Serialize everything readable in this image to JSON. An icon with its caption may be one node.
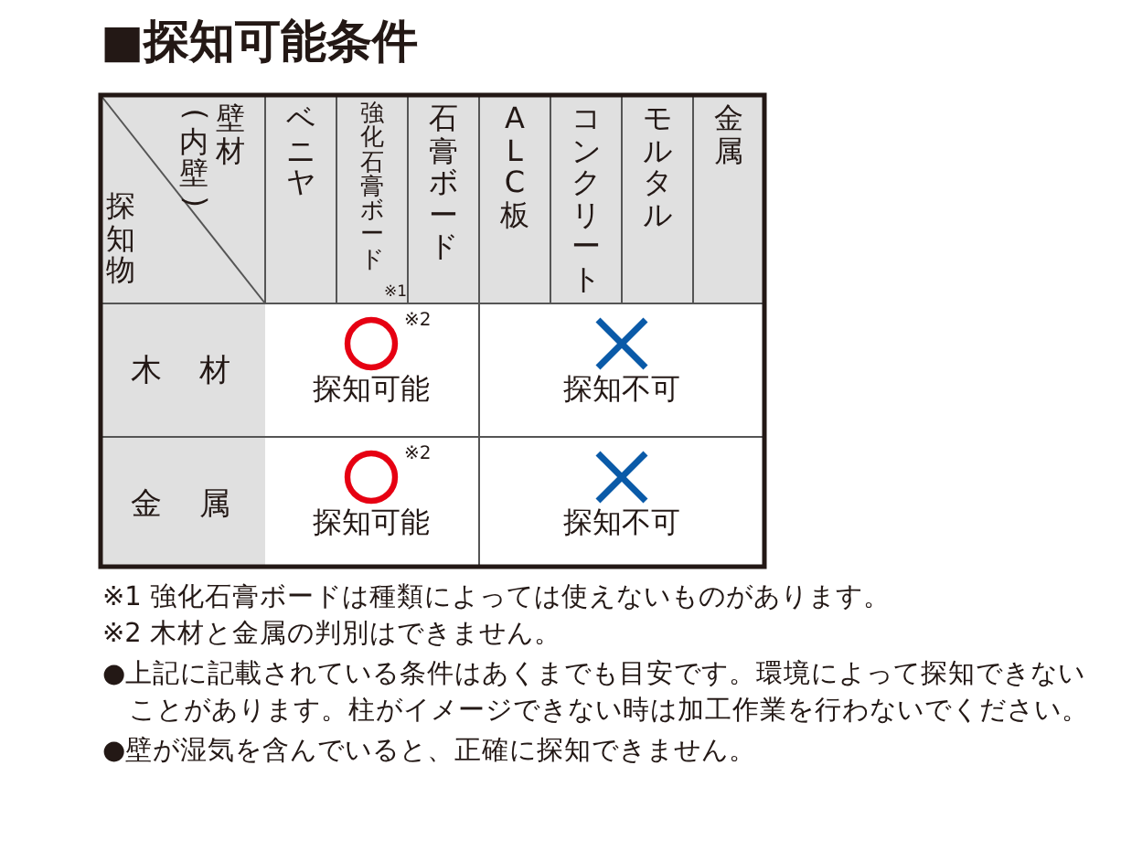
{
  "diagram": {
    "title": "■探知可能条件",
    "labels": [
      "壁材",
      "(内壁)",
      "探知物",
      "ベニヤ",
      "強化石膏ボード",
      "※1",
      "石膏ボード",
      "ALC板",
      "コンクリート",
      "モルタル",
      "金属",
      "木材",
      "※2",
      "探知可能",
      "探知不可",
      "金属",
      "※2",
      "探知可能",
      "探知不可",
      "※1 強化石膏ボードは種類によっては使えないものがあります。",
      "※2 木材と金属の判別はできません。",
      "●上記に記載されている条件はあくまでも目安です。環境によって探知できないことがあります。柱がイメージできない時は加工作業を行わないでください。",
      "●壁が湿気を含んでいると、正確に探知できません。"
    ]
  }
}
